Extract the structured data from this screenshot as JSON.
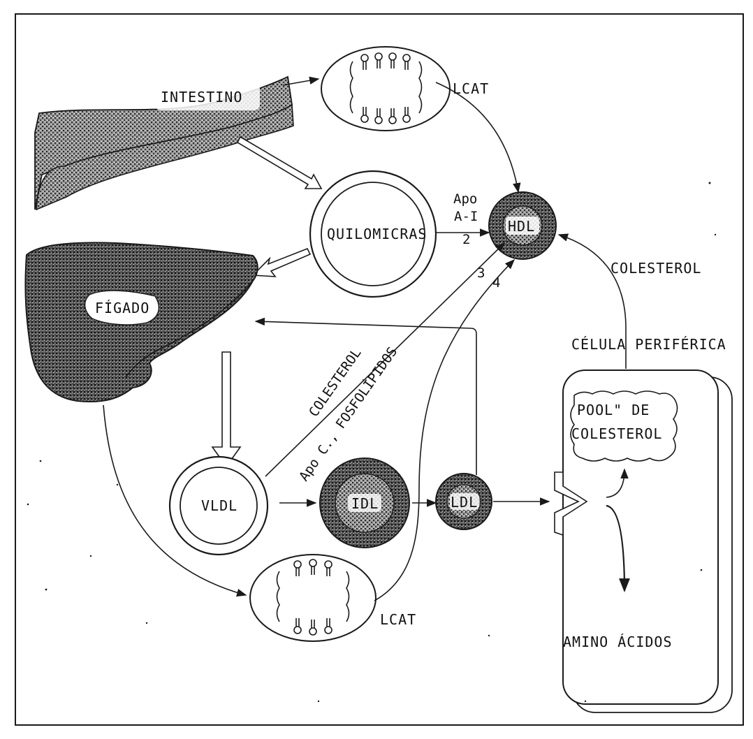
{
  "labels": {
    "intestine": "INTESTINO",
    "liver": "FÍGADO",
    "chylomicrons": "QUILOMICRAS",
    "hdl": "HDL",
    "vldl": "VLDL",
    "idl": "IDL",
    "ldl": "LDL",
    "lcat_top": "LCAT",
    "lcat_bottom": "LCAT",
    "apo_line1": "Apo",
    "apo_line2": "A-I",
    "step_2": "2",
    "step_3": "3",
    "step_4": "4",
    "cholesterol_right": "COLESTEROL",
    "peripheral_cell": "CÉLULA PERIFÉRICA",
    "pool_line1": "POOL\" DE",
    "pool_line2": "COLESTEROL",
    "cholesterol_diag": "COLESTEROL",
    "apo_c_phospholipids": "Apo C., FOSFOLÍPIDOS",
    "amino_acids": "AMINO ÁCIDOS"
  },
  "icons": [
    "intestine-shape",
    "liver-shape",
    "phospholipid-disc-icon",
    "lipoprotein-particle",
    "ldl-receptor-notch",
    "flow-arrow"
  ],
  "colors": {
    "ink": "#1a1a1a",
    "stipple": "#6e6e6e",
    "background": "#ffffff"
  }
}
